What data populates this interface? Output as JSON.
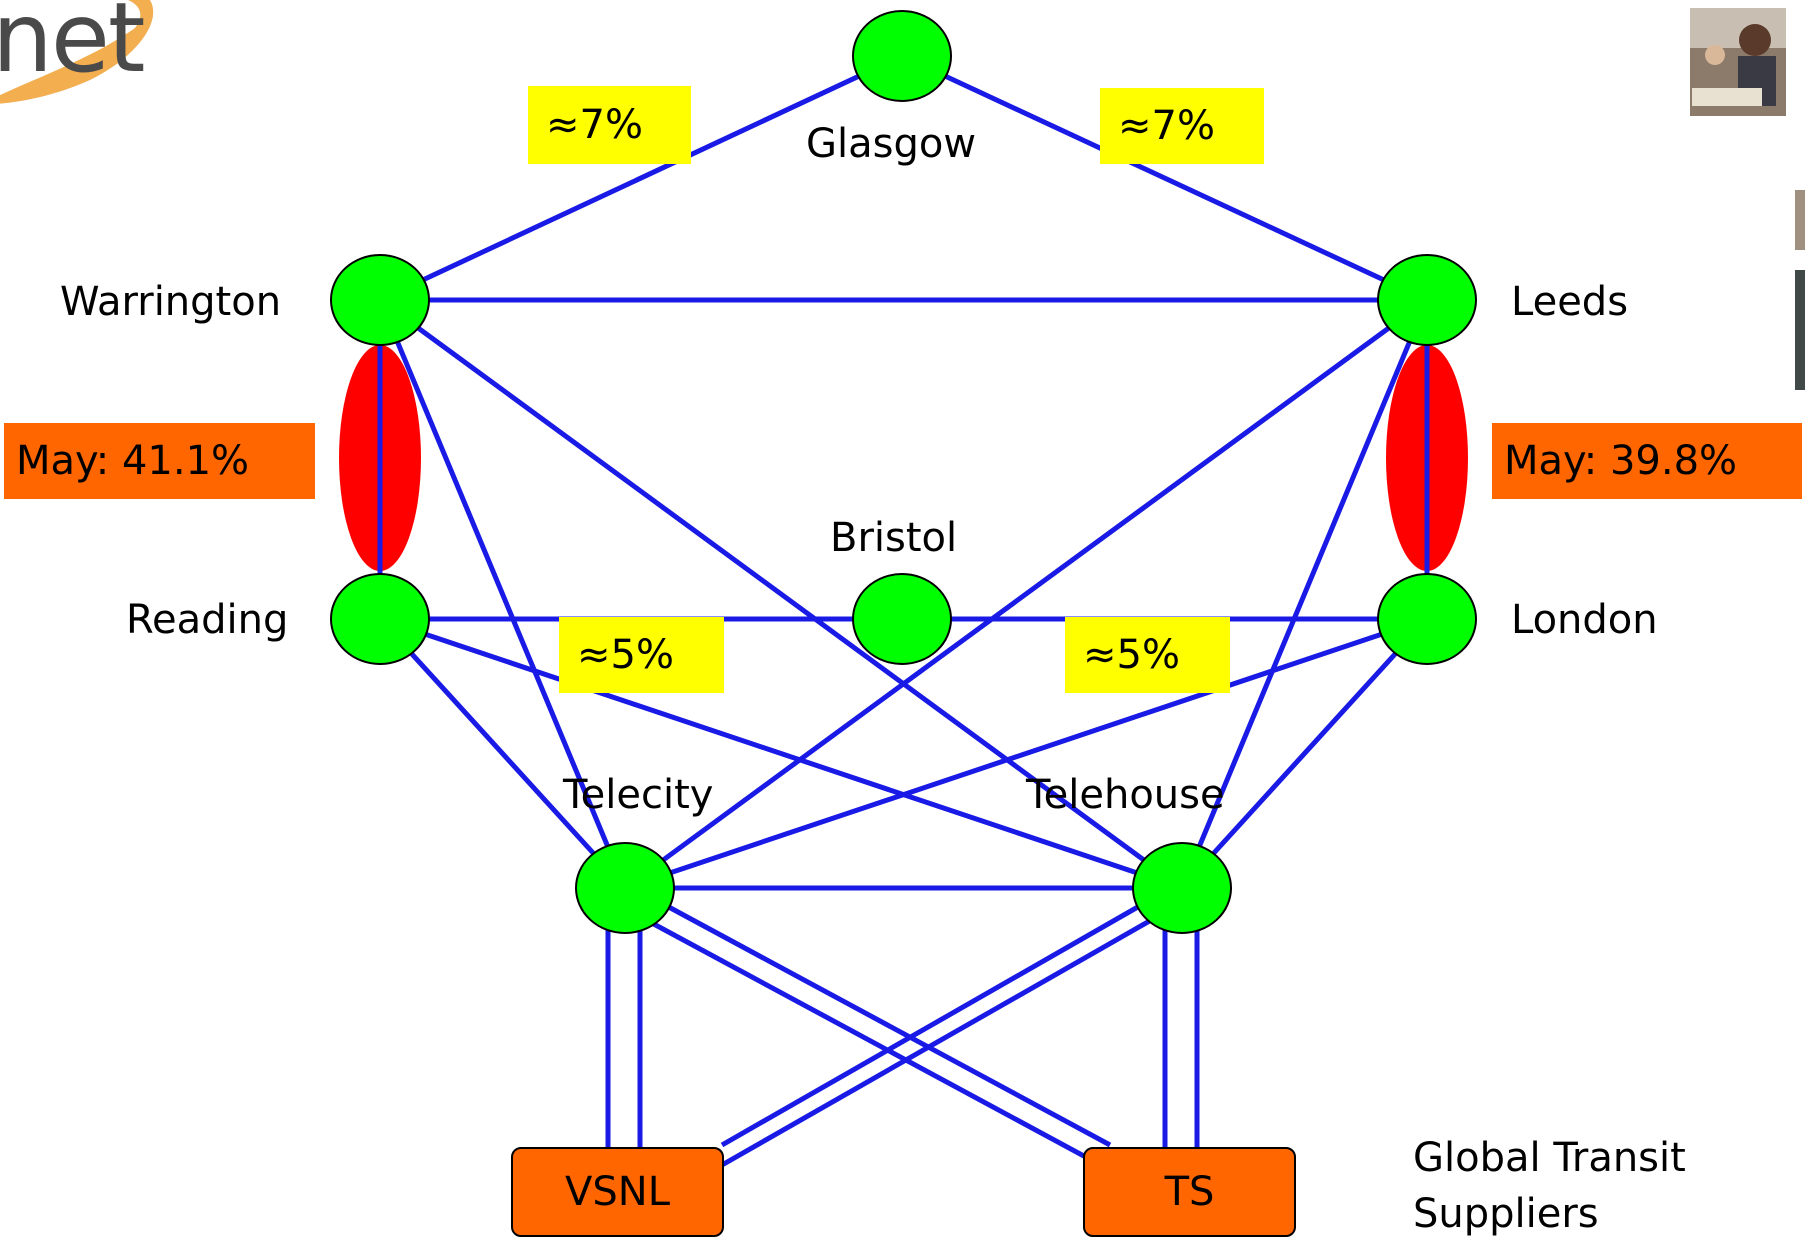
{
  "logo_text": "net",
  "nodes": {
    "glasgow": "Glasgow",
    "warrington": "Warrington",
    "leeds": "Leeds",
    "reading": "Reading",
    "bristol": "Bristol",
    "london": "London",
    "telecity": "Telecity",
    "telehouse": "Telehouse"
  },
  "utilisation": {
    "glasgow_warrington": "≈7%",
    "glasgow_leeds": "≈7%",
    "reading_bristol": "≈5%",
    "bristol_london": "≈5%",
    "warrington_reading": "May: 41.1%",
    "leeds_london": "May: 39.8%"
  },
  "suppliers": {
    "vsnl": "VSNL",
    "ts": "TS",
    "caption_line1": "Global Transit",
    "caption_line2": "Suppliers"
  },
  "colors": {
    "node_fill": "#00ff00",
    "link": "#1a1ae6",
    "congested_link": "#ff0000",
    "util_box": "#ffff00",
    "alert_box": "#ff6600"
  }
}
